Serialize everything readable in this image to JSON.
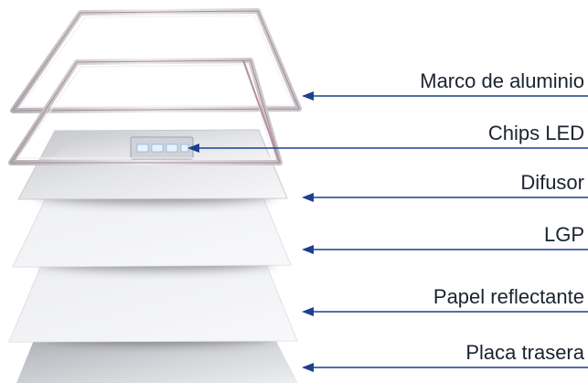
{
  "layers": [
    {
      "key": "frame",
      "label": "Marco de aluminio"
    },
    {
      "key": "chips",
      "label": "Chips LED"
    },
    {
      "key": "diffuser",
      "label": "Difusor"
    },
    {
      "key": "lgp",
      "label": "LGP"
    },
    {
      "key": "reflector",
      "label": "Papel reflectante"
    },
    {
      "key": "backplate",
      "label": "Placa trasera"
    }
  ],
  "colors": {
    "accent_line": "#1d3f8f",
    "label_text": "#1b2330",
    "frame_metal": "#d6d3d6",
    "led_chip": "#e6f2ff"
  },
  "icons": {
    "leader_arrow": "arrowhead-left-icon"
  }
}
